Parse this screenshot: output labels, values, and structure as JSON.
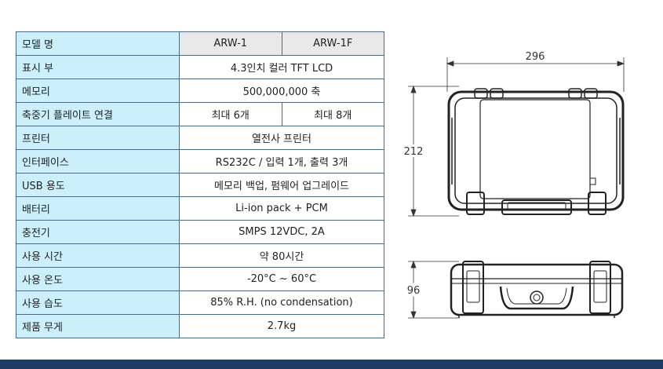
{
  "spec_rows": [
    {
      "label": "모델 명",
      "values": [
        "ARW-1",
        "ARW-1F"
      ]
    },
    {
      "label": "표시 부",
      "values": [
        "4.3인치 컬러 TFT LCD"
      ]
    },
    {
      "label": "메모리",
      "values": [
        "500,000,000 축"
      ]
    },
    {
      "label": "축중기 플레이트 연결",
      "values": [
        "최대 6개",
        "최대 8개"
      ]
    },
    {
      "label": "프린터",
      "values": [
        "열전사 프린터"
      ]
    },
    {
      "label": "인터페이스",
      "values": [
        "RS232C / 입력 1개, 출력 3개"
      ]
    },
    {
      "label": "USB 용도",
      "values": [
        "메모리 백업,  펌웨어 업그레이드"
      ]
    },
    {
      "label": "배터리",
      "values": [
        "Li-ion pack + PCM"
      ]
    },
    {
      "label": "충전기",
      "values": [
        "SMPS 12VDC, 2A"
      ]
    },
    {
      "label": "사용 시간",
      "values": [
        "약 80시간"
      ]
    },
    {
      "label": "사용 온도",
      "values": [
        "-20°C ~  60°C"
      ]
    },
    {
      "label": "사용 습도",
      "values": [
        "85% R.H. (no condensation)"
      ]
    },
    {
      "label": "제품 무게",
      "values": [
        "2.7kg"
      ]
    }
  ],
  "dimensions": {
    "width": "296",
    "height": "212",
    "depth": "96"
  },
  "colors": {
    "label_bg": "#ccf0fb",
    "header_bg": "#e9e9e9",
    "border": "#4a6a88",
    "bottom_bar": "#1f3a63"
  }
}
